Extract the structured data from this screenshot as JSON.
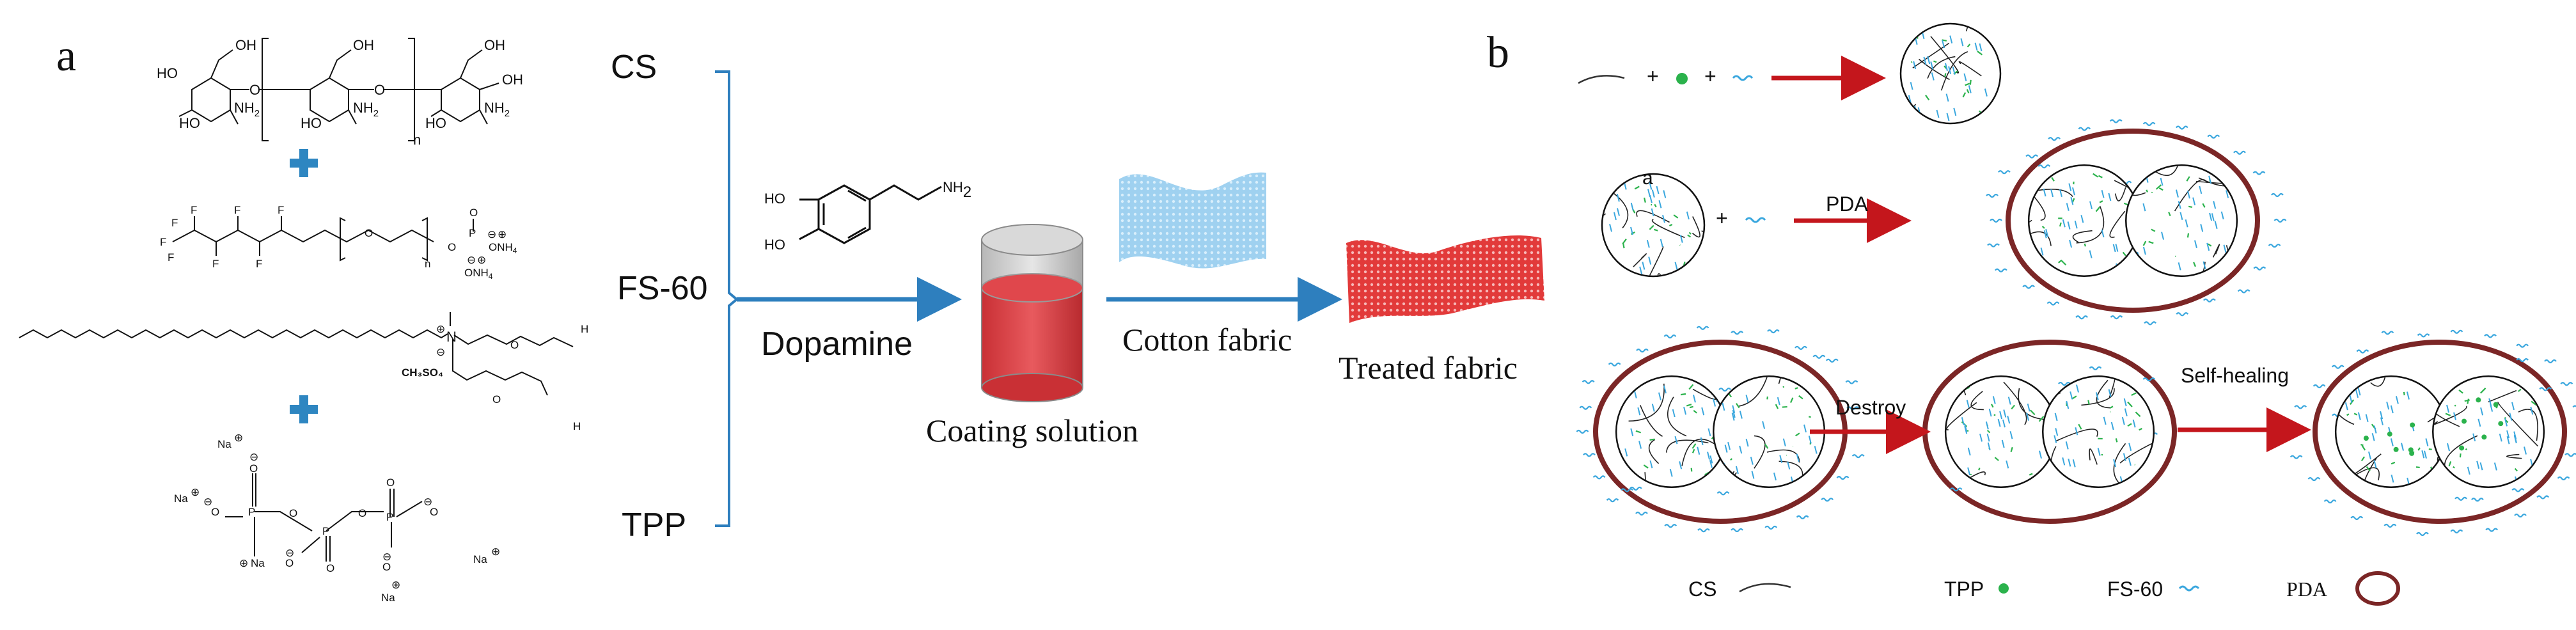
{
  "panel_a": {
    "label": "a",
    "reagents": [
      "CS",
      "FS-60",
      "TPP"
    ],
    "dopamine_label": "Dopamine",
    "dopamine_groups": {
      "oh_top": "HO",
      "oh_bottom": "HO",
      "amine": "NH",
      "amine_sub": "2"
    },
    "coating_solution_label": "Coating solution",
    "cotton_fabric_label": "Cotton fabric",
    "treated_fabric_label": "Treated fabric",
    "cs_structure": {
      "oh": "OH",
      "ho": "HO",
      "nh2": "NH",
      "sub2": "2",
      "o": "O",
      "n": "n"
    },
    "fs60_structure": {
      "f": "F",
      "o": "O",
      "p": "P",
      "n": "n",
      "onh4": "ONH",
      "sub4": "4",
      "ominus": "⊖",
      "oplus": "⊕"
    },
    "surfactant_structure": {
      "n": "N",
      "ch3so4": "CH₃SO₄",
      "o": "O",
      "h": "H",
      "plus": "⊕",
      "minus": "⊖"
    },
    "tpp_structure": {
      "na": "Na",
      "o": "O",
      "p": "P",
      "plus": "⊕",
      "minus": "⊖"
    }
  },
  "panel_b": {
    "label": "b",
    "pda_arrow_label": "PDA",
    "destroy_label": "Destroy",
    "self_healing_label": "Self-healing",
    "particle_label": "a",
    "plus": "+",
    "legend": [
      {
        "name": "CS",
        "symbol": "arc"
      },
      {
        "name": "TPP",
        "symbol": "dot"
      },
      {
        "name": "FS-60",
        "symbol": "wave"
      },
      {
        "name": "PDA",
        "symbol": "ring"
      }
    ]
  },
  "colors": {
    "blue_arrow": "#2e7fbe",
    "red_arrow": "#c4161c",
    "pda_ring": "#7b2626",
    "tpp_green": "#2bb24c",
    "fs60_blue": "#3aa7de",
    "cross_blue": "#2e86c1",
    "solution_red": "#e0474c",
    "cotton_blue": "#9fd1f0",
    "treated_red": "#e23a3a"
  }
}
